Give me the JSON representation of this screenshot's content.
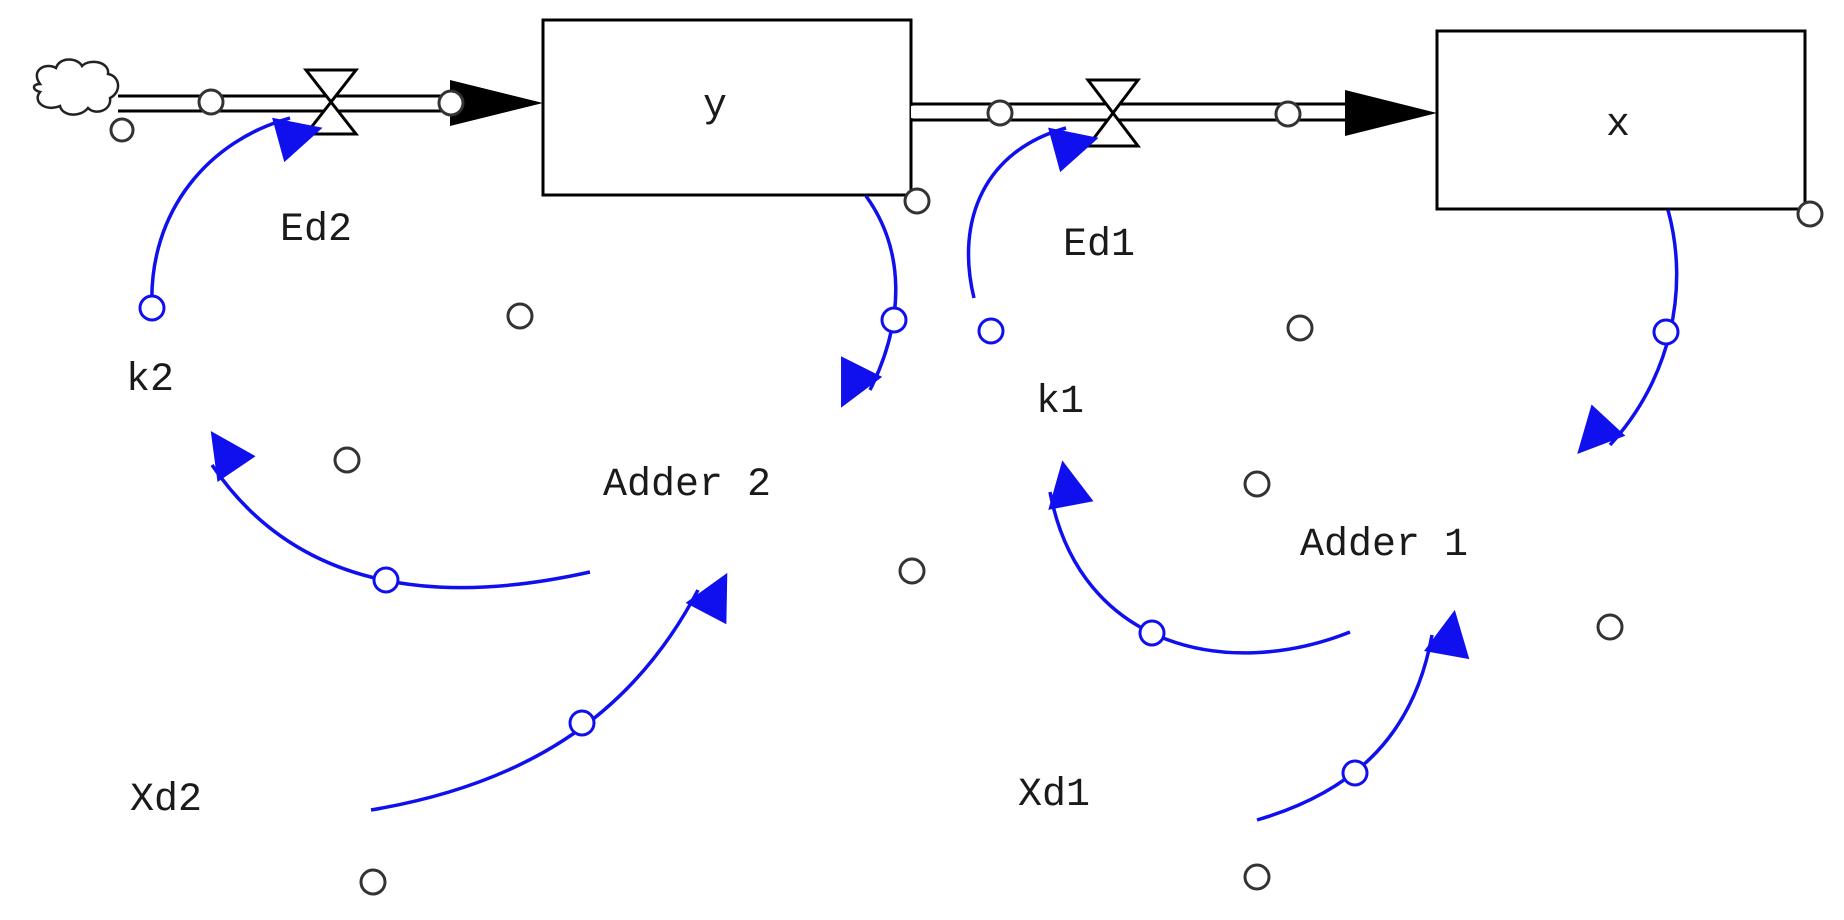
{
  "stocks": {
    "y": "y",
    "x": "x"
  },
  "flows": {
    "ed2": "Ed2",
    "ed1": "Ed1"
  },
  "variables": {
    "k2": "k2",
    "k1": "k1",
    "adder2": "Adder 2",
    "adder1": "Adder 1",
    "xd2": "Xd2",
    "xd1": "Xd1"
  },
  "colors": {
    "flow": "#000000",
    "link": "#1010ee",
    "handle": "#333333"
  }
}
